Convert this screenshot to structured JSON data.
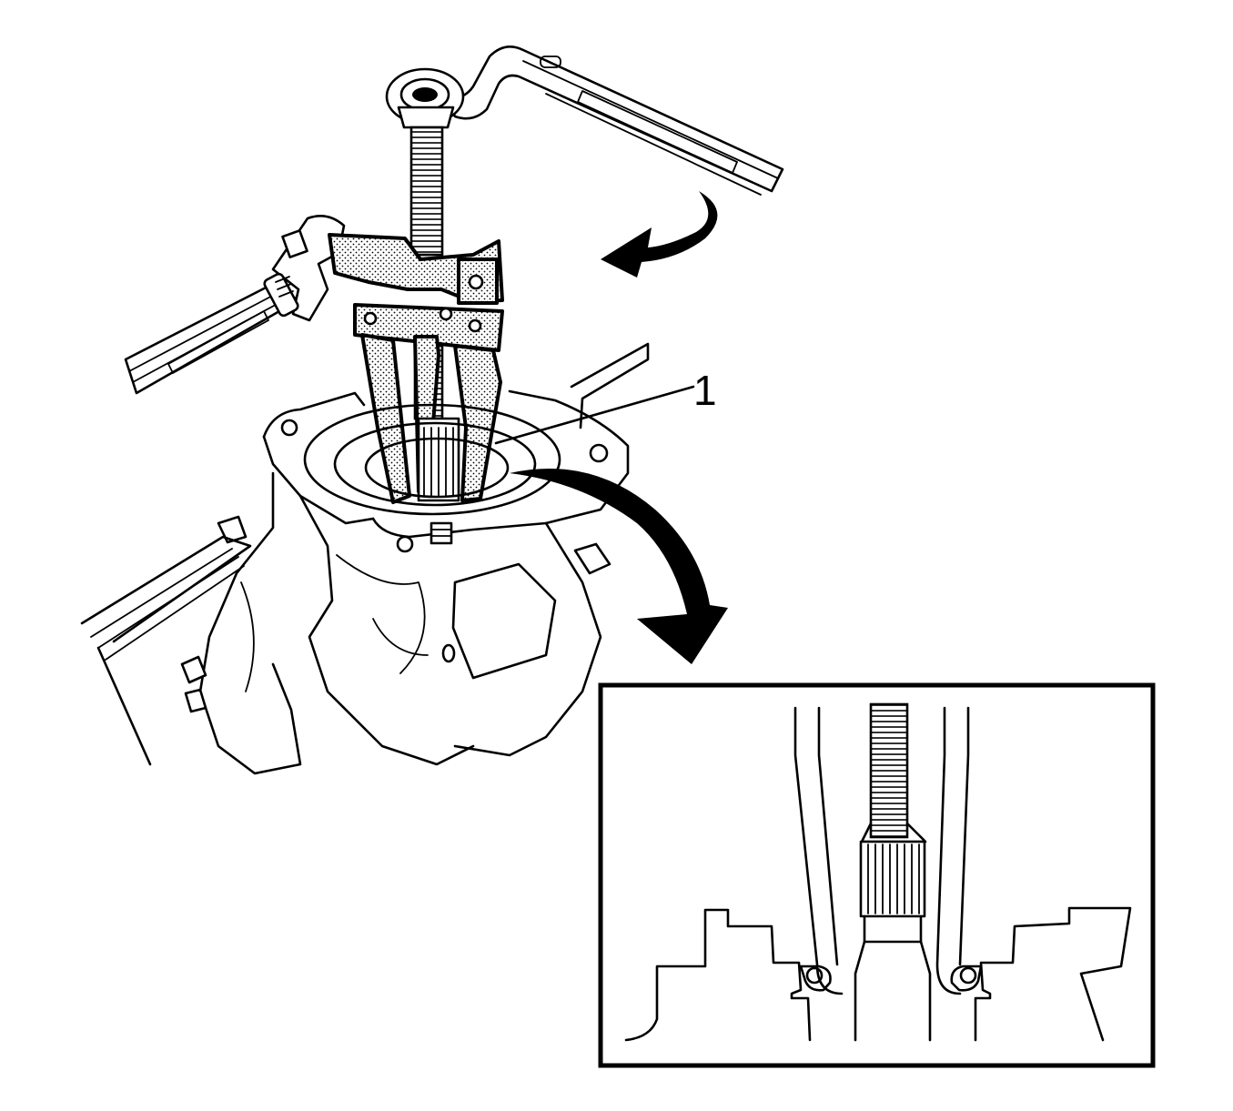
{
  "diagram": {
    "callouts": [
      {
        "id": "1",
        "label": "1"
      }
    ],
    "parts": {
      "puller": "puller-tool",
      "wrench_top": "box-end-wrench",
      "wrench_left": "adjustable-wrench",
      "housing": "transmission-housing",
      "inset": "detail-inset"
    },
    "colors": {
      "line": "#000000",
      "background": "#ffffff"
    }
  }
}
